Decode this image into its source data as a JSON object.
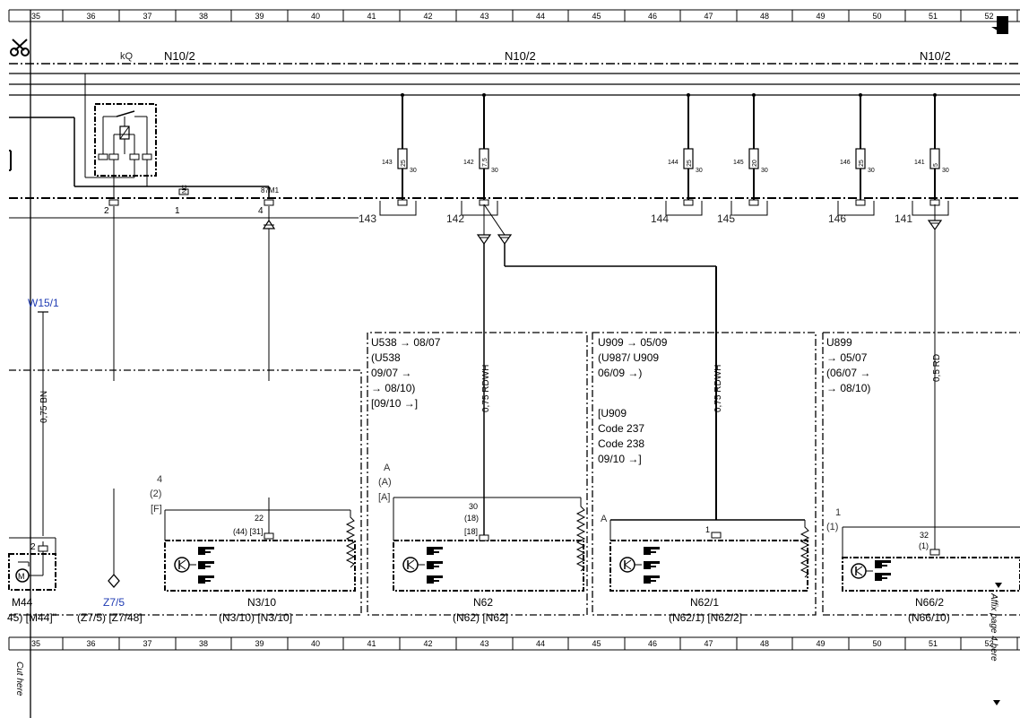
{
  "grid_numbers": [
    "35",
    "36",
    "37",
    "38",
    "39",
    "40",
    "41",
    "42",
    "43",
    "44",
    "45",
    "46",
    "47",
    "48",
    "49",
    "50",
    "51",
    "52"
  ],
  "header": {
    "labels": {
      "kq": "kQ",
      "n10_left": "N10/2",
      "n10_mid": "N10/2",
      "n10_right": "N10/2"
    }
  },
  "fuses": [
    {
      "num": "143",
      "rating": "25",
      "term": "30"
    },
    {
      "num": "142",
      "rating": "7,5",
      "term": "30"
    },
    {
      "num": "144",
      "rating": "25",
      "term": "30"
    },
    {
      "num": "145",
      "rating": "20",
      "term": "30"
    },
    {
      "num": "146",
      "rating": "25",
      "term": "30"
    },
    {
      "num": "141",
      "rating": "5",
      "term": "30"
    }
  ],
  "fuse_labels": [
    "143",
    "142",
    "144",
    "145",
    "146",
    "141"
  ],
  "relay_pins": {
    "p2": "2",
    "p1": "1",
    "p4": "4",
    "nc": "NC",
    "p87": "87M1"
  },
  "wires": {
    "bn": "0,75 BN",
    "rdwh1": "0,75 RDWH",
    "rdwh2": "0,75 RDWH",
    "rd": "0,5 RD"
  },
  "w15": "W15/1",
  "z7": {
    "label": "Z7/5",
    "bottom": "(Z7/5)  [Z7/48]"
  },
  "m44": {
    "label": "M44",
    "bottom": "45) [M44]\"",
    "pin": "2"
  },
  "n3": {
    "pins": [
      "4",
      "(2)",
      "[F]"
    ],
    "pin22": "22",
    "pin44": "(44) [31]",
    "label": "N3/10",
    "bottom": "(N3/10) [N3/10]"
  },
  "n62": {
    "notes": [
      "U538 → 08/07",
      "(U538",
      "09/07 →",
      "→ 08/10)",
      "[09/10 →]"
    ],
    "abc": [
      "A",
      "(A)",
      "[A]"
    ],
    "pin": [
      "30",
      "(18)",
      "[18]"
    ],
    "label": "N62",
    "bottom": "(N62) [N62]"
  },
  "n621": {
    "notes": [
      "U909 → 05/09",
      "(U987/ U909",
      "06/09 →)",
      "[U909",
      "Code 237",
      "Code 238",
      "09/10 →]"
    ],
    "a": "A",
    "pin": "1",
    "label": "N62/1",
    "bottom": "(N62/1) [N62/2]"
  },
  "n662": {
    "notes": [
      "U899",
      "→ 05/07",
      "(06/07 →",
      "→ 08/10)"
    ],
    "abc": [
      "1",
      "(1)"
    ],
    "pin": [
      "32",
      "(1)"
    ],
    "label": "N66/2",
    "bottom": "(N66/10)"
  },
  "margin": {
    "cut": "Cut here",
    "affix": "Affix page 4 here"
  }
}
